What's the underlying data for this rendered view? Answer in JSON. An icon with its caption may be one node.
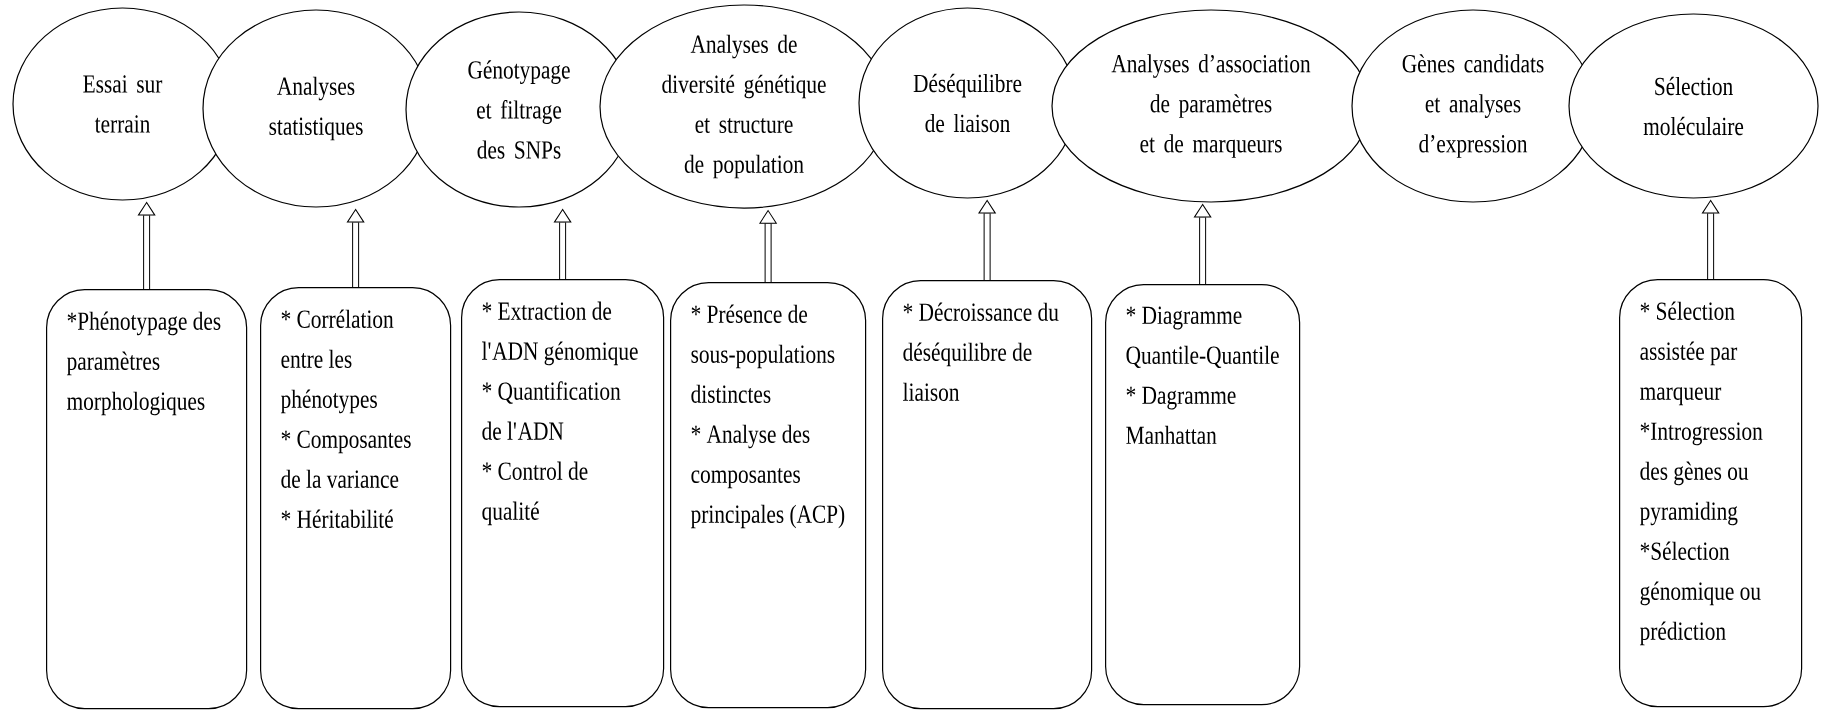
{
  "diagram": {
    "nodes": [
      {
        "text": [
          "Essai sur terrain"
        ]
      },
      {
        "text": [
          "Analyses statistiques"
        ]
      },
      {
        "text": [
          "Génotypage et filtrage des SNPs"
        ]
      },
      {
        "text": [
          "Analyses de diversité génétique et structure de population"
        ]
      },
      {
        "text": [
          "Déséquilibre de liaison"
        ]
      },
      {
        "text": [
          "Analyses d’association de paramètres et de marqueurs"
        ]
      },
      {
        "text": [
          "Gènes candidats et analyses d’expression"
        ]
      },
      {
        "text": [
          "Sélection moléculaire"
        ]
      },
      {
        "text": [
          "*Phénotypage des paramètres morphologiques"
        ]
      },
      {
        "text": [
          "* Corrélation entre les phénotypes",
          "* Composantes de la variance",
          "* Héritabilité"
        ]
      },
      {
        "text": [
          "* Extraction de l'ADN génomique",
          "* Quantification de l'ADN",
          "* Control de qualité"
        ]
      },
      {
        "text": [
          "* Présence de sous-populations distinctes",
          "* Analyse des composantes principales (ACP)"
        ]
      },
      {
        "text": [
          "* Décroissance du déséquilibre de liaison"
        ]
      },
      {
        "text": [
          "* Diagramme Quantile-Quantile",
          "* Dagramme Manhattan"
        ]
      },
      {
        "text": [
          "* Sélection assistée par marqueur",
          "*Introgression des gènes ou pyramiding",
          "*Sélection génomique ou prédiction"
        ]
      }
    ],
    "edges": [
      {
        "from": 8,
        "to": 0,
        "arrow": "to"
      },
      {
        "from": 9,
        "to": 1,
        "arrow": "to"
      },
      {
        "from": 10,
        "to": 2,
        "arrow": "to"
      },
      {
        "from": 11,
        "to": 3,
        "arrow": "to"
      },
      {
        "from": 12,
        "to": 4,
        "arrow": "to"
      },
      {
        "from": 13,
        "to": 5,
        "arrow": "to"
      },
      {
        "from": 14,
        "to": 7,
        "arrow": "to"
      }
    ]
  }
}
